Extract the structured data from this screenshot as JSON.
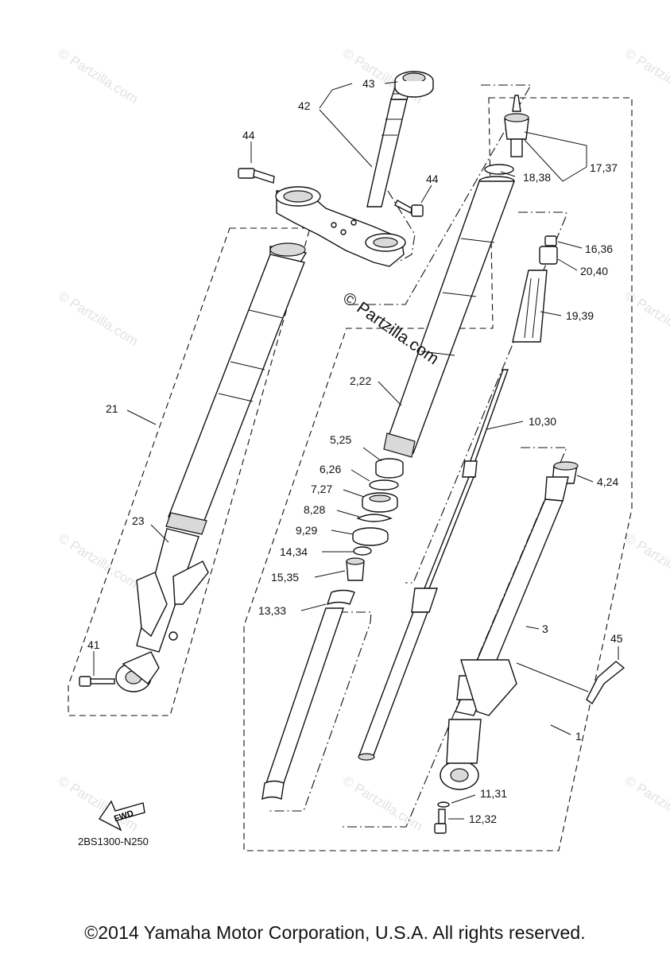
{
  "watermark": {
    "text": "© Partzilla.com",
    "center_text": "© Partzilla.com"
  },
  "part_labels": [
    {
      "id": "p43",
      "text": "43"
    },
    {
      "id": "p42",
      "text": "42"
    },
    {
      "id": "p44a",
      "text": "44"
    },
    {
      "id": "p44b",
      "text": "44"
    },
    {
      "id": "p17",
      "text": "17,37"
    },
    {
      "id": "p18",
      "text": "18,38"
    },
    {
      "id": "p16",
      "text": "16,36"
    },
    {
      "id": "p20",
      "text": "20,40"
    },
    {
      "id": "p19",
      "text": "19,39"
    },
    {
      "id": "p2",
      "text": "2,22"
    },
    {
      "id": "p21",
      "text": "21"
    },
    {
      "id": "p10",
      "text": "10,30"
    },
    {
      "id": "p5",
      "text": "5,25"
    },
    {
      "id": "p6",
      "text": "6,26"
    },
    {
      "id": "p7",
      "text": "7,27"
    },
    {
      "id": "p8",
      "text": "8,28"
    },
    {
      "id": "p4",
      "text": "4,24"
    },
    {
      "id": "p23",
      "text": "23"
    },
    {
      "id": "p9",
      "text": "9,29"
    },
    {
      "id": "p14",
      "text": "14,34"
    },
    {
      "id": "p15",
      "text": "15,35"
    },
    {
      "id": "p13",
      "text": "13,33"
    },
    {
      "id": "p3",
      "text": "3"
    },
    {
      "id": "p45",
      "text": "45"
    },
    {
      "id": "p41",
      "text": "41"
    },
    {
      "id": "p1",
      "text": "1"
    },
    {
      "id": "p11",
      "text": "11,31"
    },
    {
      "id": "p12",
      "text": "12,32"
    }
  ],
  "fwd_label": "FWD",
  "diagram_code": "2BS1300-N250",
  "copyright": "©2014 Yamaha Motor Corporation, U.S.A. All rights reserved."
}
